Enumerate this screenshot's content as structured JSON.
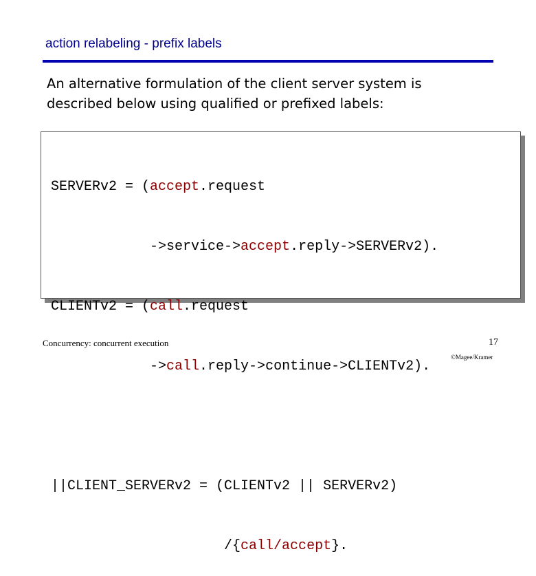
{
  "slide": {
    "title": "action relabeling - prefix labels",
    "intro_lines": [
      "An alternative formulation of the client server system is",
      "described below using qualified or prefixed labels:"
    ]
  },
  "code": {
    "line1": {
      "a": "SERVERv2 = (",
      "b": "accept",
      "c": ".request"
    },
    "line2": {
      "a": "            ->service->",
      "b": "accept",
      "c": ".reply->SERVERv2)."
    },
    "line3": {
      "a": "CLIENTv2 = (",
      "b": "call",
      "c": ".request"
    },
    "line4": {
      "a": "            ->",
      "b": "call",
      "c": ".reply->continue->CLIENTv2)."
    },
    "line5": "||CLIENT_SERVERv2 = (CLIENTv2 || SERVERv2)",
    "line6": {
      "a": "                     /{",
      "b": "call/accept",
      "c": "}."
    }
  },
  "footer": {
    "left": "Concurrency: concurrent execution",
    "page_number": "17",
    "copyright": "©Magee/Kramer"
  },
  "colors": {
    "title": "#00008b",
    "rule": "#0000b0",
    "keyword": "#8b0000"
  }
}
